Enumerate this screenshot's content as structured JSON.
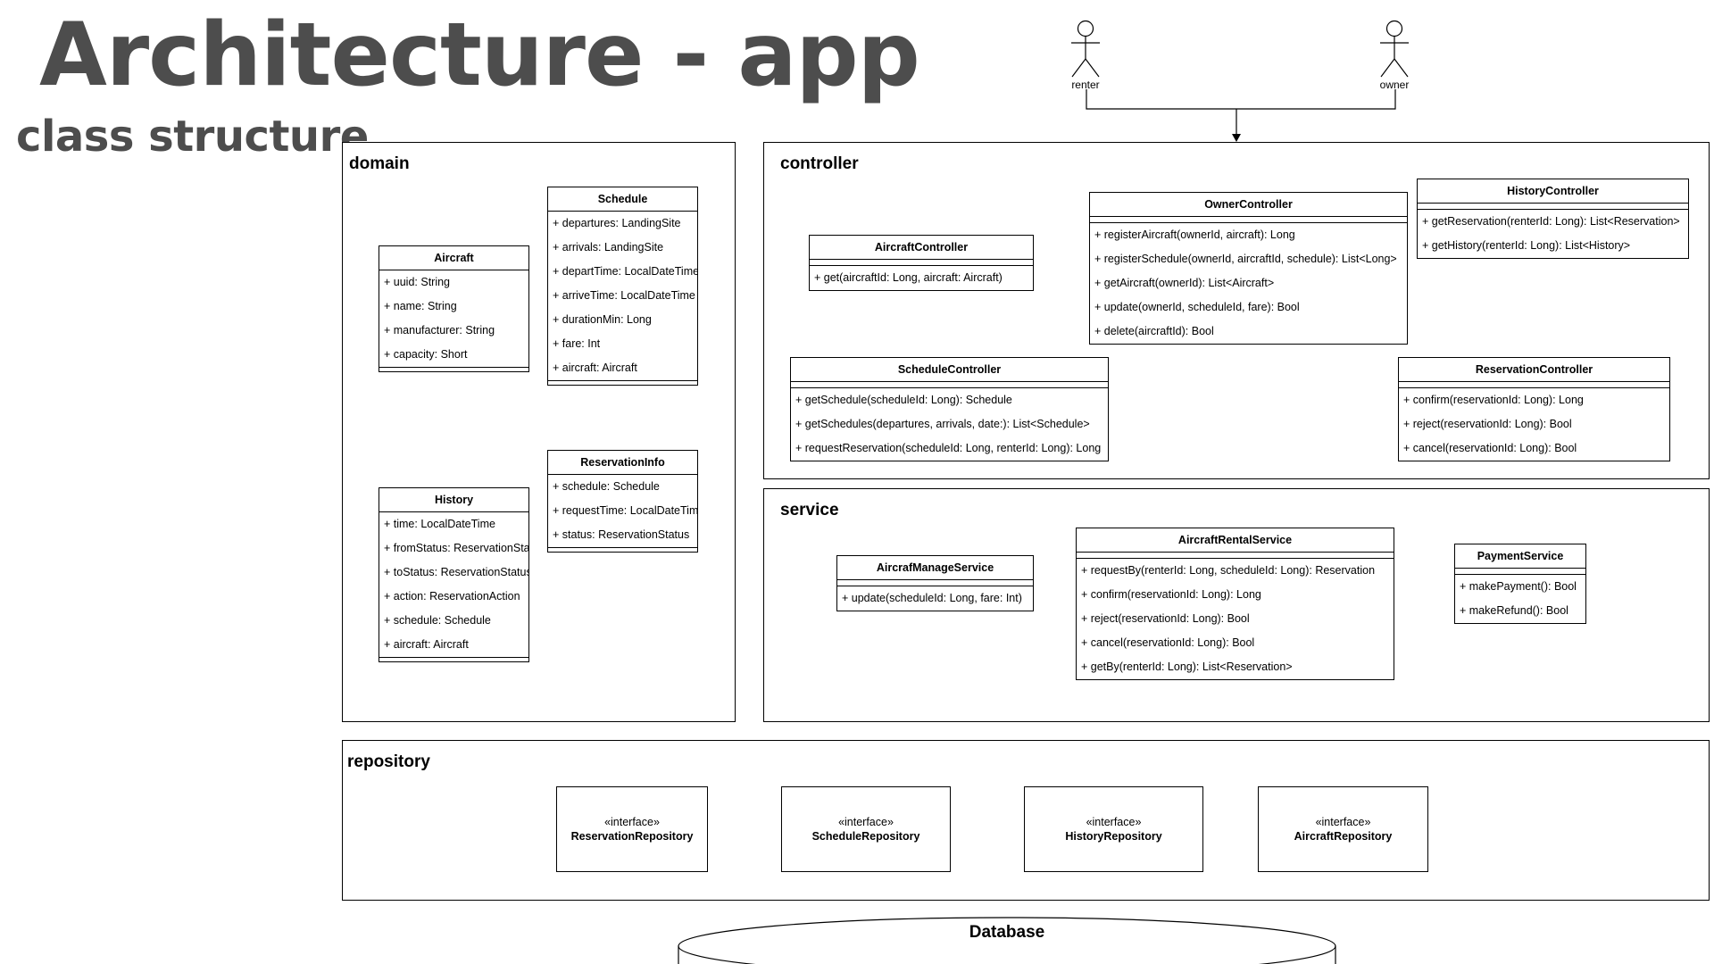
{
  "title": "Architecture - app",
  "subtitle": "class structure",
  "actors": [
    {
      "id": "renter",
      "label": "renter"
    },
    {
      "id": "owner",
      "label": "owner"
    }
  ],
  "packages": {
    "domain": "domain",
    "controller": "controller",
    "service": "service",
    "repository": "repository"
  },
  "classes": [
    {
      "id": "schedule",
      "name": "Schedule",
      "separator": "none",
      "members": [
        "+ departures: LandingSite",
        "+ arrivals: LandingSite",
        "+ departTime: LocalDateTime",
        "+ arriveTime: LocalDateTime",
        "+ durationMin: Long",
        "+ fare: Int",
        "+ aircraft: Aircraft"
      ]
    },
    {
      "id": "aircraft",
      "name": "Aircraft",
      "separator": "none",
      "members": [
        "+ uuid: String",
        "+ name: String",
        "+ manufacturer: String",
        "+ capacity: Short"
      ]
    },
    {
      "id": "reservation-info",
      "name": "ReservationInfo",
      "separator": "none",
      "members": [
        "+ schedule: Schedule",
        "+ requestTime: LocalDateTime",
        "+ status: ReservationStatus"
      ]
    },
    {
      "id": "history",
      "name": "History",
      "separator": "none",
      "members": [
        "+ time: LocalDateTime",
        "+ fromStatus: ReservationStatus",
        "+ toStatus: ReservationStatus",
        "+ action: ReservationAction",
        "+ schedule: Schedule",
        "+ aircraft: Aircraft"
      ]
    },
    {
      "id": "aircraft-controller",
      "name": "AircraftController",
      "separator": "top",
      "members": [
        "+ get(aircraftId: Long, aircraft: Aircraft)"
      ]
    },
    {
      "id": "owner-controller",
      "name": "OwnerController",
      "separator": "top",
      "members": [
        "+ registerAircraft(ownerId, aircraft): Long",
        "+ registerSchedule(ownerId, aircraftId, schedule): List<Long>",
        "+ getAircraft(ownerId): List<Aircraft>",
        "+ update(ownerId, scheduleId, fare): Bool",
        "+ delete(aircraftId): Bool"
      ]
    },
    {
      "id": "history-controller",
      "name": "HistoryController",
      "separator": "top",
      "members": [
        "+ getReservation(renterId: Long): List<Reservation>",
        "+ getHistory(renterId: Long): List<History>"
      ]
    },
    {
      "id": "schedule-controller",
      "name": "ScheduleController",
      "separator": "top",
      "members": [
        "+ getSchedule(scheduleId: Long): Schedule",
        "+ getSchedules(departures, arrivals, date:): List<Schedule>",
        "+ requestReservation(scheduleId: Long, renterId: Long): Long"
      ]
    },
    {
      "id": "reservation-controller",
      "name": "ReservationController",
      "separator": "top",
      "members": [
        "+ confirm(reservationId: Long): Long",
        "+ reject(reservationId: Long): Bool",
        "+ cancel(reservationId: Long): Bool"
      ]
    },
    {
      "id": "aircraft-manage-service",
      "name": "AircrafManageService",
      "separator": "top",
      "members": [
        "+ update(scheduleId: Long, fare: Int)"
      ]
    },
    {
      "id": "aircraft-rental-service",
      "name": "AircraftRentalService",
      "separator": "top",
      "members": [
        "+ requestBy(renterId: Long, scheduleId: Long): Reservation",
        "+ confirm(reservationId: Long): Long",
        "+ reject(reservationId: Long): Bool",
        "+ cancel(reservationId: Long): Bool",
        "+ getBy(renterId: Long): List<Reservation>"
      ]
    },
    {
      "id": "payment-service",
      "name": "PaymentService",
      "separator": "top",
      "members": [
        "+ makePayment(): Bool",
        "+ makeRefund(): Bool"
      ]
    }
  ],
  "interfaces": [
    {
      "id": "reservation-repository",
      "stereotype": "«interface»",
      "name": "ReservationRepository"
    },
    {
      "id": "schedule-repository",
      "stereotype": "«interface»",
      "name": "ScheduleRepository"
    },
    {
      "id": "history-repository",
      "stereotype": "«interface»",
      "name": "HistoryRepository"
    },
    {
      "id": "aircraft-repository",
      "stereotype": "«interface»",
      "name": "AircraftRepository"
    }
  ],
  "database": {
    "label": "Database"
  }
}
